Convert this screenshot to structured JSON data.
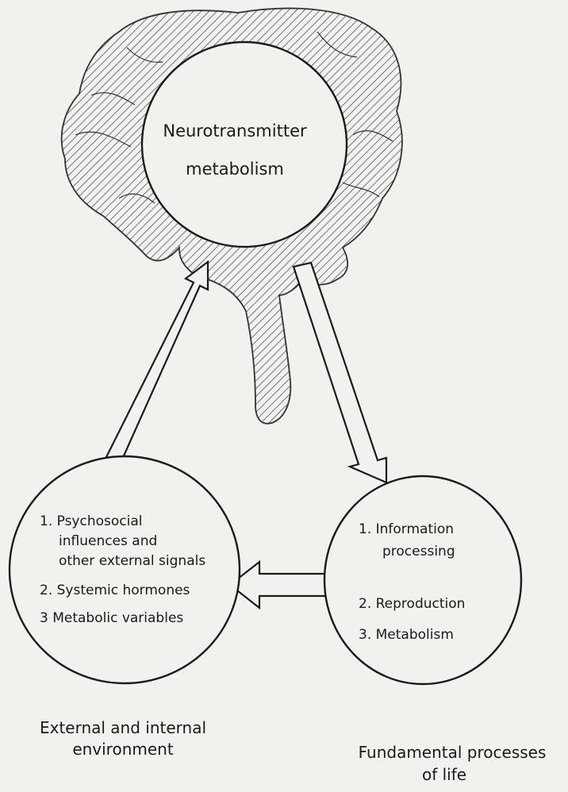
{
  "top_node": {
    "line1": "Neurotransmitter",
    "line2": "metabolism"
  },
  "left_node": {
    "items": [
      "1. Psychosocial",
      "influences and",
      "other external signals",
      "2. Systemic hormones",
      "3  Metabolic variables"
    ],
    "caption_line1": "External and internal",
    "caption_line2": "environment"
  },
  "right_node": {
    "items": [
      "1.  Information",
      "processing",
      "2.  Reproduction",
      "3.  Metabolism"
    ],
    "caption_line1": "Fundamental processes",
    "caption_line2": "of life"
  }
}
